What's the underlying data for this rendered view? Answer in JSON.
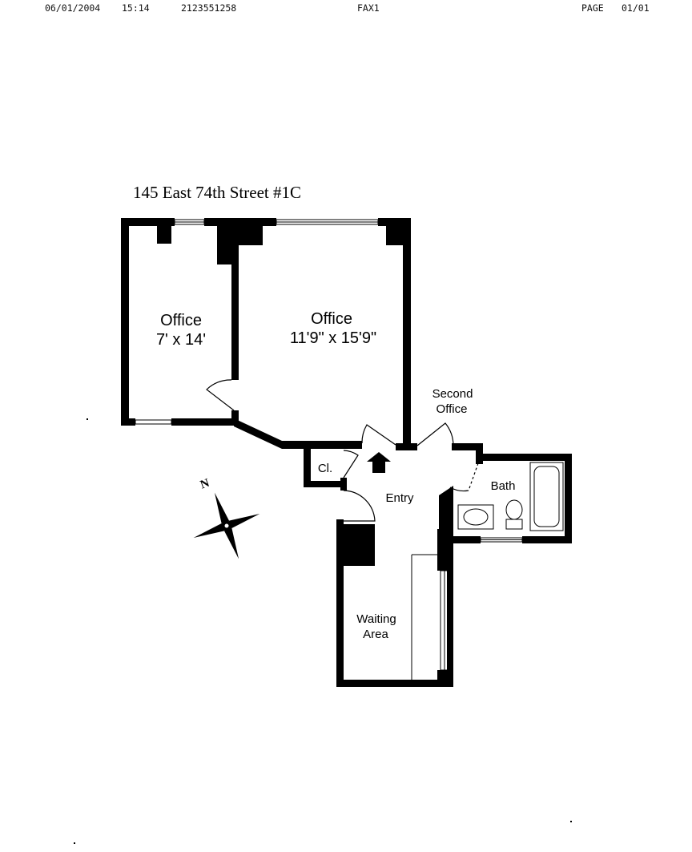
{
  "fax_header": {
    "date": "06/01/2004",
    "time": "15:14",
    "phone": "2123551258",
    "fax_id": "FAX1",
    "page_label": "PAGE",
    "page_number": "01/01"
  },
  "title": "145 East 74th Street #1C",
  "rooms": {
    "office_small": {
      "name": "Office",
      "dimensions": "7' x 14'"
    },
    "office_large": {
      "name": "Office",
      "dimensions": "11'9\" x 15'9\""
    },
    "second_office": {
      "line1": "Second",
      "line2": "Office"
    },
    "closet": "Cl.",
    "bath": "Bath",
    "entry": "Entry",
    "waiting_area": {
      "line1": "Waiting",
      "line2": "Area"
    }
  },
  "compass": {
    "north_label": "N"
  },
  "colors": {
    "wall": "#000000",
    "background": "#ffffff"
  }
}
